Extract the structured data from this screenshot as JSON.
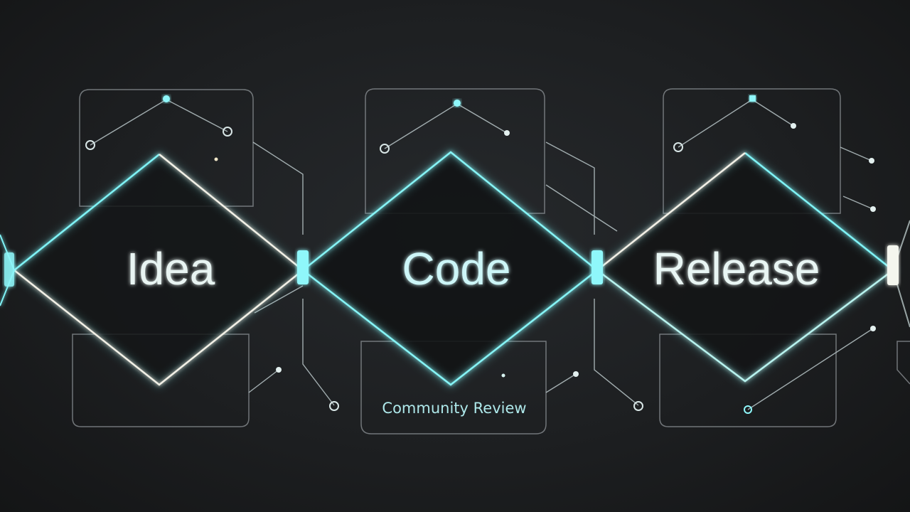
{
  "stages": [
    {
      "label": "Idea",
      "text_color": "#e8f4f2"
    },
    {
      "label": "Code",
      "text_color": "#cdf6f8"
    },
    {
      "label": "Release",
      "text_color": "#e9f6f4"
    }
  ],
  "sub_label": "Community Review",
  "colors": {
    "background": "#1b1d1f",
    "accent_cyan": "#7ff3f6",
    "accent_white": "#f2f0e6",
    "panel_stroke": "#8f9498"
  }
}
